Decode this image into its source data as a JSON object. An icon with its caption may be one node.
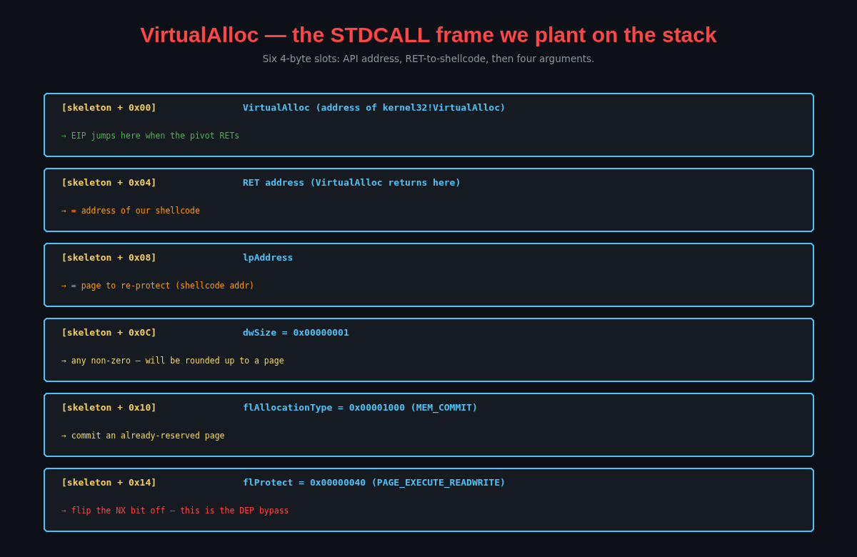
{
  "diagram": {
    "title": "VirtualAlloc — the STDCALL frame we plant on the stack",
    "caption": "Six 4-byte slots: API address, RET-to-shellcode, then four arguments.",
    "nodes": [
      {
        "text": [
          "[skeleton + 0x00]",
          "VirtualAlloc (address of kernel32!VirtualAlloc)",
          "→ EIP jumps here when the pivot RETs"
        ]
      },
      {
        "text": [
          "[skeleton + 0x04]",
          "RET address (VirtualAlloc returns here)",
          "→ = address of our shellcode"
        ]
      },
      {
        "text": [
          "[skeleton + 0x08]",
          "lpAddress",
          "→ = page to re-protect (shellcode addr)"
        ]
      },
      {
        "text": [
          "[skeleton + 0x0C]",
          "dwSize = 0x00000001",
          "→ any non-zero — will be rounded up to a page"
        ]
      },
      {
        "text": [
          "[skeleton + 0x10]",
          "flAllocationType = 0x00001000 (MEM_COMMIT)",
          "→ commit an already-reserved page"
        ]
      },
      {
        "text": [
          "[skeleton + 0x14]",
          "flProtect = 0x00000040 (PAGE_EXECUTE_READWRITE)",
          "→ flip the NX bit off — this is the DEP bypass"
        ]
      }
    ]
  }
}
